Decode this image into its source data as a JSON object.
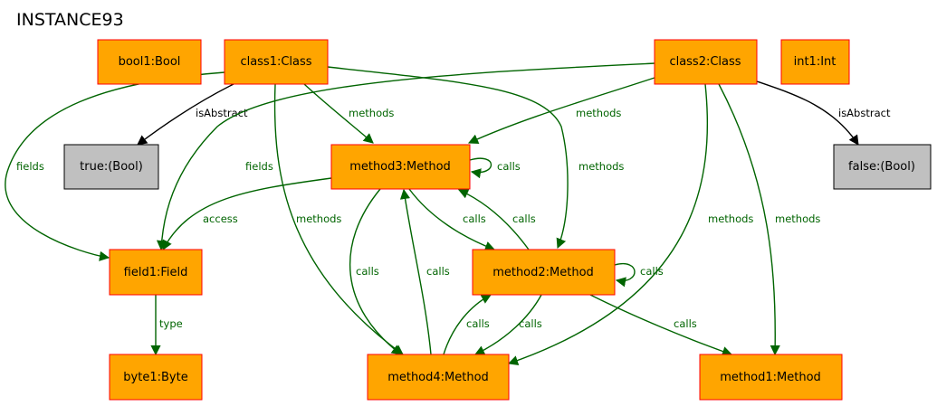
{
  "title": "INSTANCE93",
  "colors": {
    "node_fill": "#ffa500",
    "node_border": "#ff0000",
    "value_fill": "#c0c0c0",
    "value_border": "#000000",
    "edge_green": "#006400",
    "edge_black": "#000000"
  },
  "nodes": {
    "bool1": "bool1:Bool",
    "class1": "class1:Class",
    "class2": "class2:Class",
    "int1": "int1:Int",
    "true_val": "true:(Bool)",
    "false_val": "false:(Bool)",
    "method3": "method3:Method",
    "method2": "method2:Method",
    "method4": "method4:Method",
    "method1": "method1:Method",
    "field1": "field1:Field",
    "byte1": "byte1:Byte"
  },
  "edges": {
    "class1_isabstract": "isAbstract",
    "class2_isabstract": "isAbstract",
    "class1_fields": "fields",
    "class2_fields": "fields",
    "class1_methods_m3": "methods",
    "class1_methods_m2": "methods",
    "class1_methods_m4": "methods",
    "class2_methods_m3": "methods",
    "class2_methods_m4": "methods",
    "class2_methods_m1": "methods",
    "m3_self": "calls",
    "m3_access": "access",
    "m3_to_m2": "calls",
    "m2_to_m3": "calls",
    "m3_to_m4": "calls",
    "m4_to_m3": "calls",
    "m2_self": "calls",
    "m4_to_m2": "calls",
    "m2_to_m4": "calls",
    "m2_to_m1": "calls",
    "field_type": "type"
  }
}
